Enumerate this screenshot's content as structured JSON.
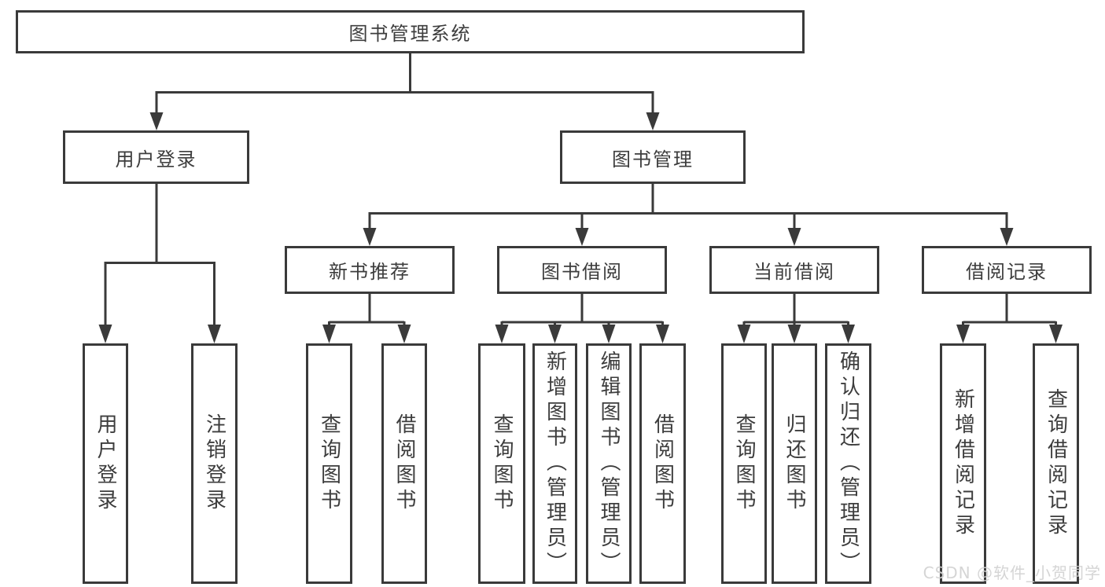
{
  "diagram": {
    "root": {
      "label": "图书管理系统"
    },
    "level2": [
      {
        "label": "用户登录"
      },
      {
        "label": "图书管理"
      }
    ],
    "level3": [
      {
        "label": "新书推荐"
      },
      {
        "label": "图书借阅"
      },
      {
        "label": "当前借阅"
      },
      {
        "label": "借阅记录"
      }
    ],
    "leaves": [
      {
        "label": "用户登录"
      },
      {
        "label": "注销登录"
      },
      {
        "label": "查询图书"
      },
      {
        "label": "借阅图书"
      },
      {
        "label": "查询图书"
      },
      {
        "label": "新增图书（管理员）"
      },
      {
        "label": "编辑图书（管理员）"
      },
      {
        "label": "借阅图书"
      },
      {
        "label": "查询图书"
      },
      {
        "label": "归还图书"
      },
      {
        "label": "确认归还（管理员）"
      },
      {
        "label": "新增借阅记录"
      },
      {
        "label": "查询借阅记录"
      }
    ]
  },
  "watermark": {
    "text": "CSDN @软件_小贺同学"
  },
  "colors": {
    "line": "#3a3a3a",
    "text": "#3d3d3d",
    "background": "#ffffff",
    "watermark": "#d2d2d2"
  }
}
